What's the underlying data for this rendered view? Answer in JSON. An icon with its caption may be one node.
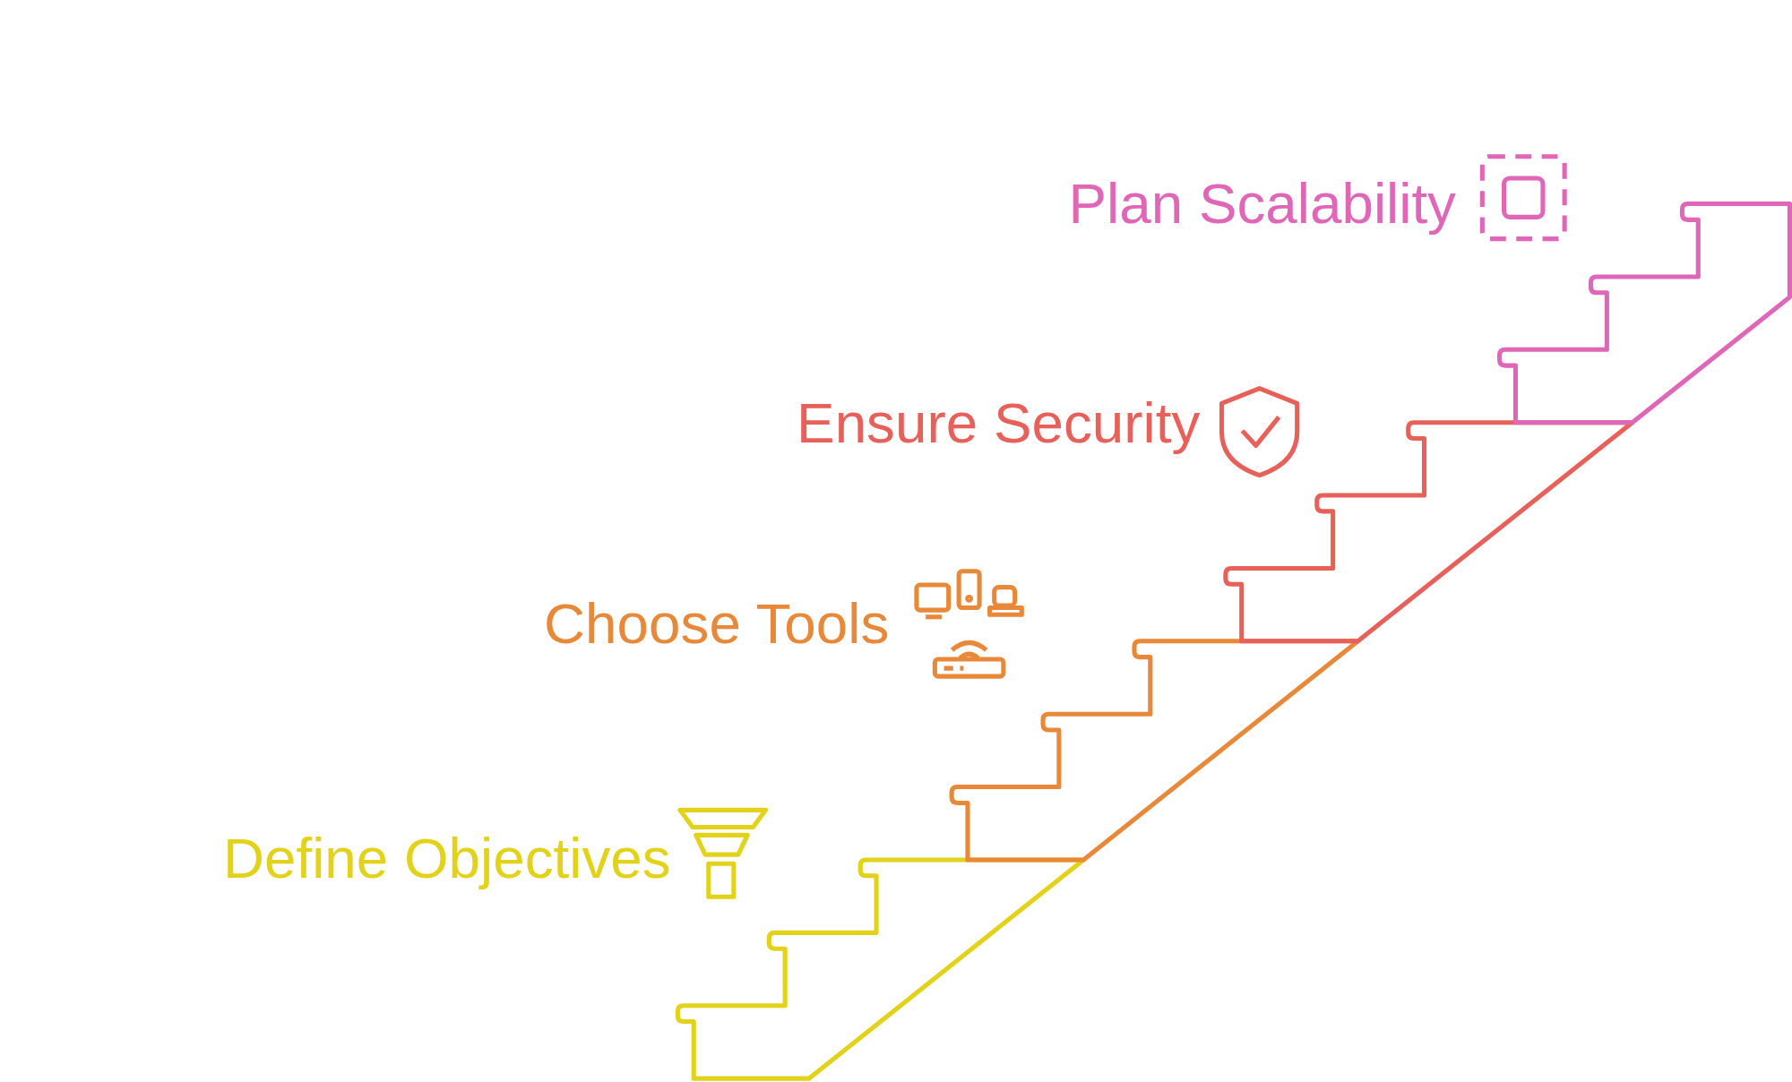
{
  "diagram": {
    "labels": [
      "Plan Scalability",
      "Ensure Security",
      "Choose Tools",
      "Define Objectives"
    ]
  }
}
